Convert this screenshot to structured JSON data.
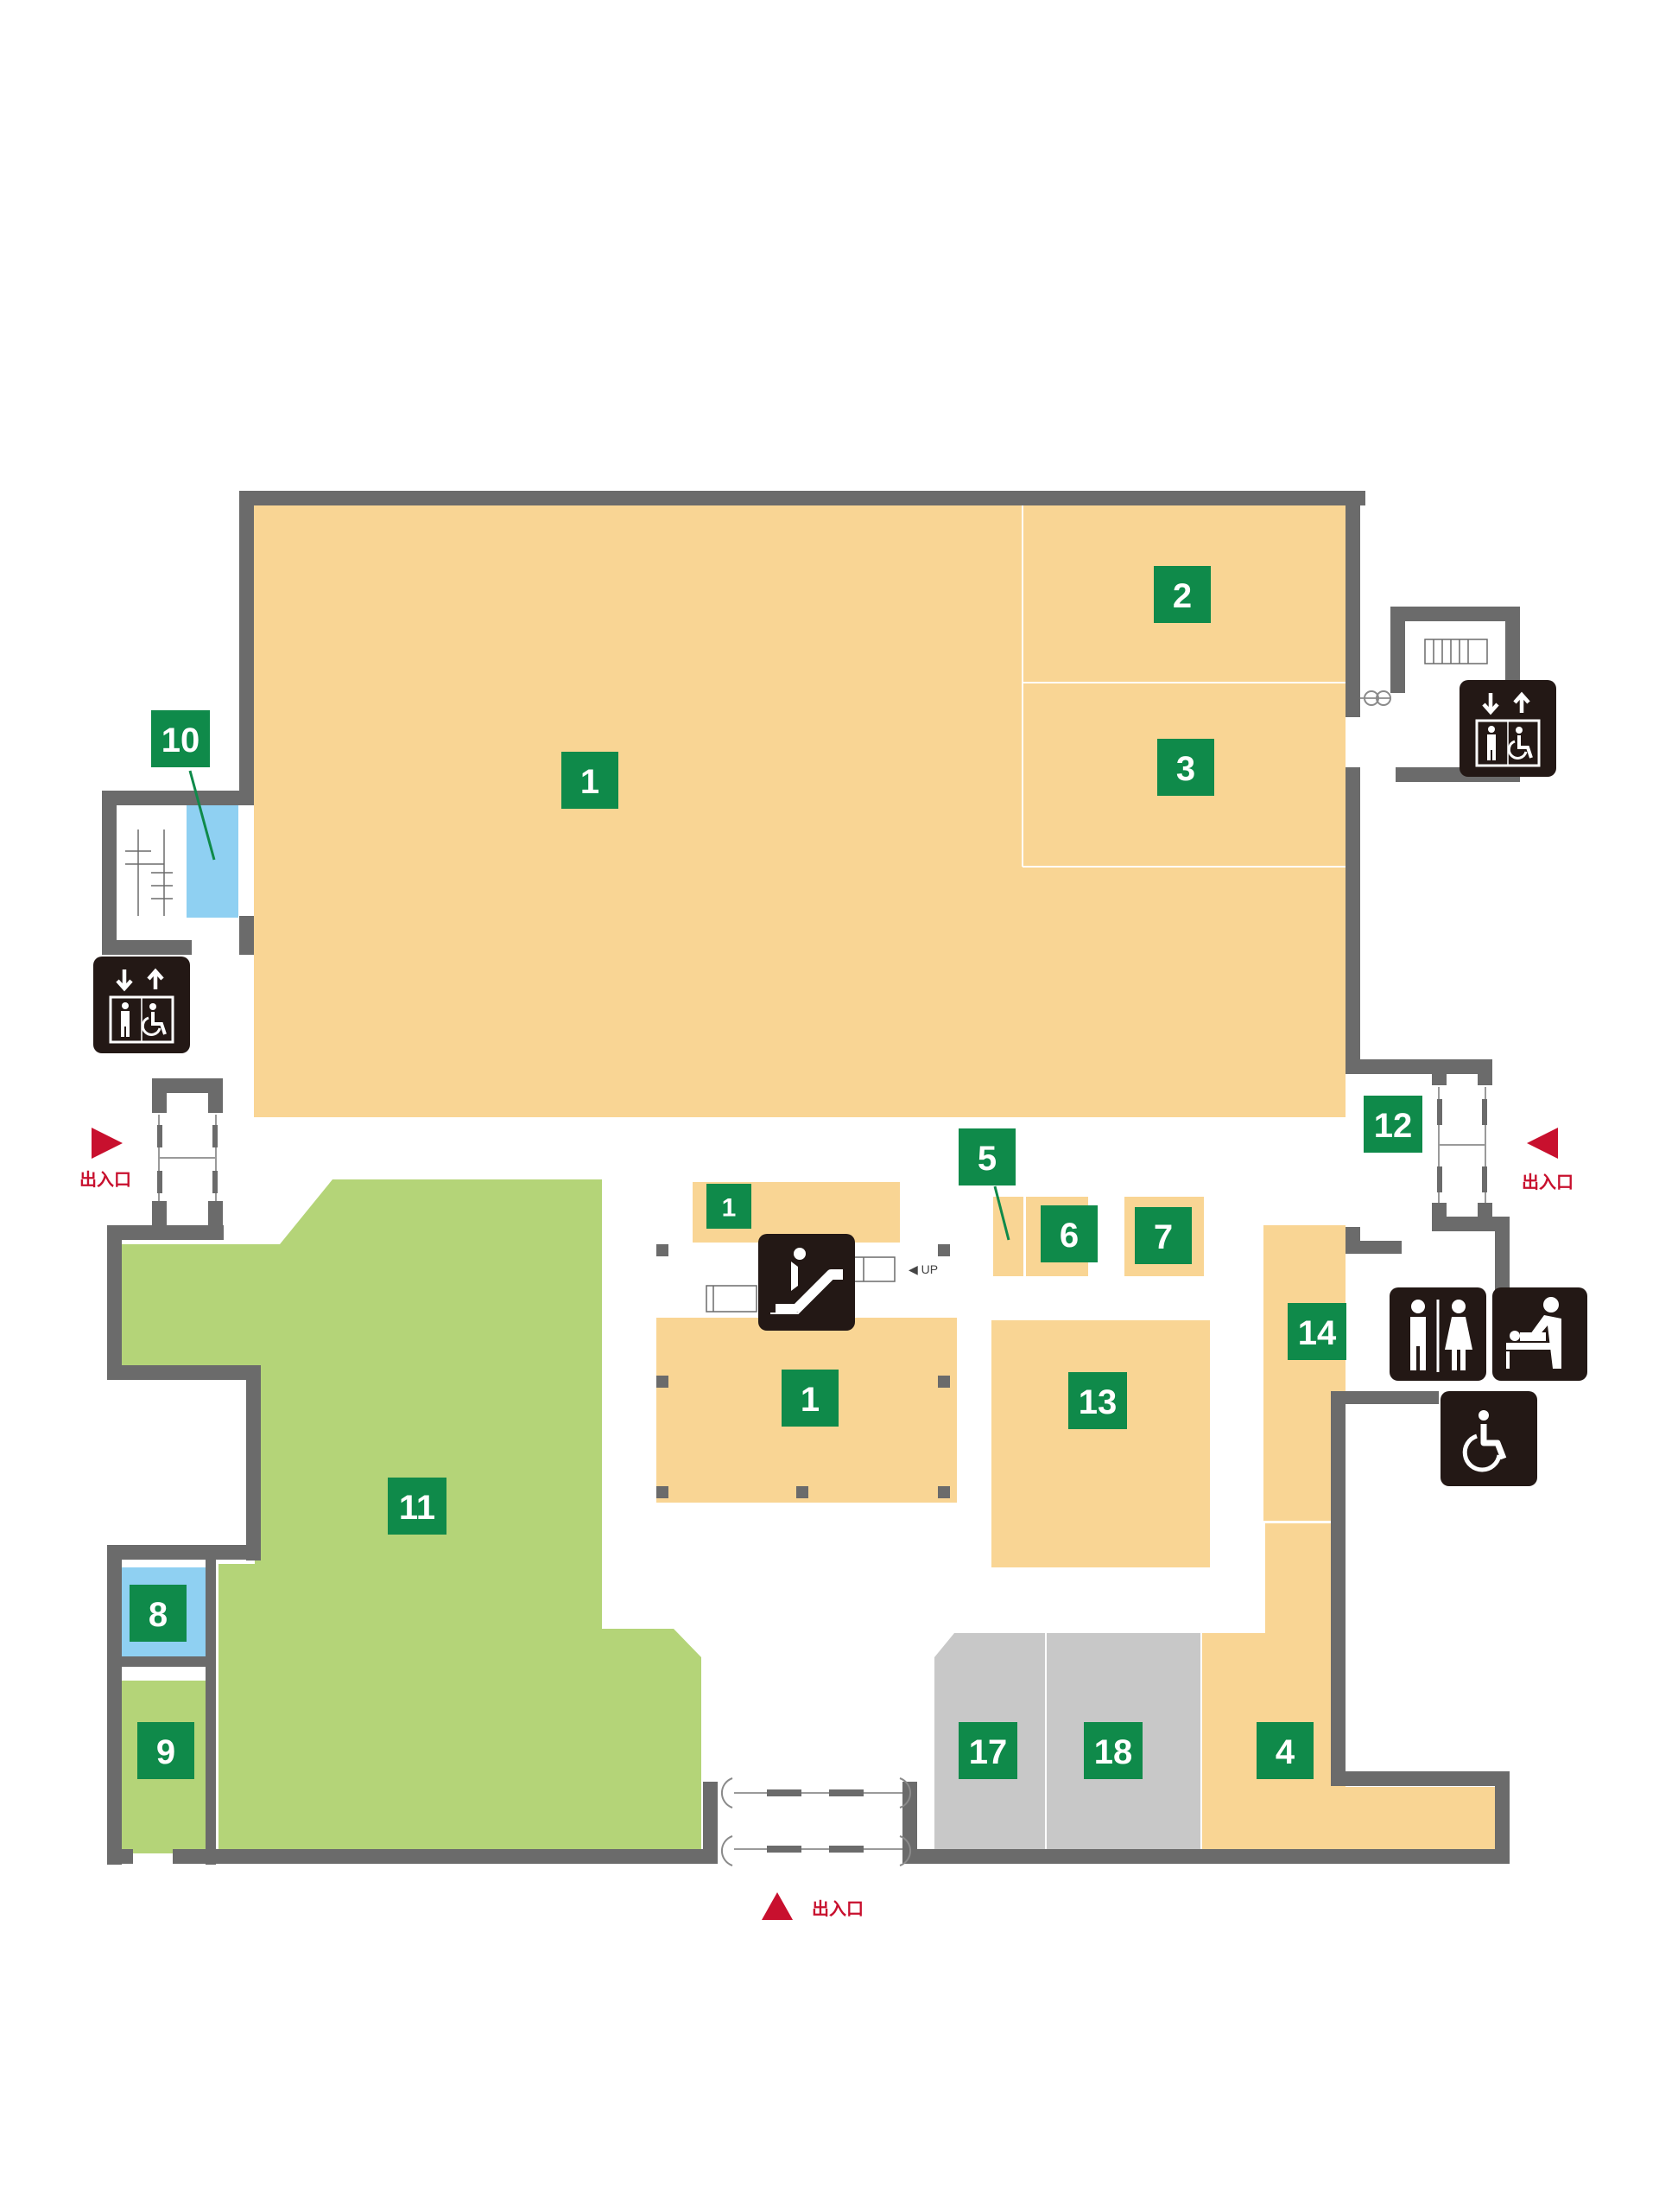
{
  "colors": {
    "shop": "#f9d594",
    "green_area": "#b4d478",
    "blue_area": "#8fd0f2",
    "service_gray": "#c8c8c8",
    "wall": "#6b6b6b",
    "badge": "#0f8a4a",
    "icon_bg": "#231815",
    "entrance": "#c8102e"
  },
  "zones": [
    {
      "id": "1",
      "label": "1",
      "type": "shop"
    },
    {
      "id": "1b",
      "label": "1",
      "type": "shop"
    },
    {
      "id": "1c",
      "label": "1",
      "type": "shop"
    },
    {
      "id": "2",
      "label": "2",
      "type": "shop"
    },
    {
      "id": "3",
      "label": "3",
      "type": "shop"
    },
    {
      "id": "4",
      "label": "4",
      "type": "shop"
    },
    {
      "id": "5",
      "label": "5",
      "type": "shop"
    },
    {
      "id": "6",
      "label": "6",
      "type": "shop"
    },
    {
      "id": "7",
      "label": "7",
      "type": "shop"
    },
    {
      "id": "8",
      "label": "8",
      "type": "blue"
    },
    {
      "id": "9",
      "label": "9",
      "type": "green"
    },
    {
      "id": "10",
      "label": "10",
      "type": "blue"
    },
    {
      "id": "11",
      "label": "11",
      "type": "green"
    },
    {
      "id": "12",
      "label": "12",
      "type": "corridor"
    },
    {
      "id": "13",
      "label": "13",
      "type": "shop"
    },
    {
      "id": "14",
      "label": "14",
      "type": "shop"
    },
    {
      "id": "17",
      "label": "17",
      "type": "gray"
    },
    {
      "id": "18",
      "label": "18",
      "type": "gray"
    }
  ],
  "entrances": [
    {
      "id": "west",
      "label": "出入口",
      "direction": "right"
    },
    {
      "id": "east",
      "label": "出入口",
      "direction": "left"
    },
    {
      "id": "south",
      "label": "出入口",
      "direction": "up"
    }
  ],
  "escalator": {
    "icon": "escalator-icon",
    "label": "◀ UP"
  },
  "facility_icons": [
    {
      "id": "elevator-west",
      "icon": "accessible-elevator-icon"
    },
    {
      "id": "elevator-east",
      "icon": "accessible-elevator-icon"
    },
    {
      "id": "restroom",
      "icon": "restroom-icon"
    },
    {
      "id": "baby-changing",
      "icon": "baby-changing-icon"
    },
    {
      "id": "accessible-toilet",
      "icon": "wheelchair-icon"
    }
  ]
}
